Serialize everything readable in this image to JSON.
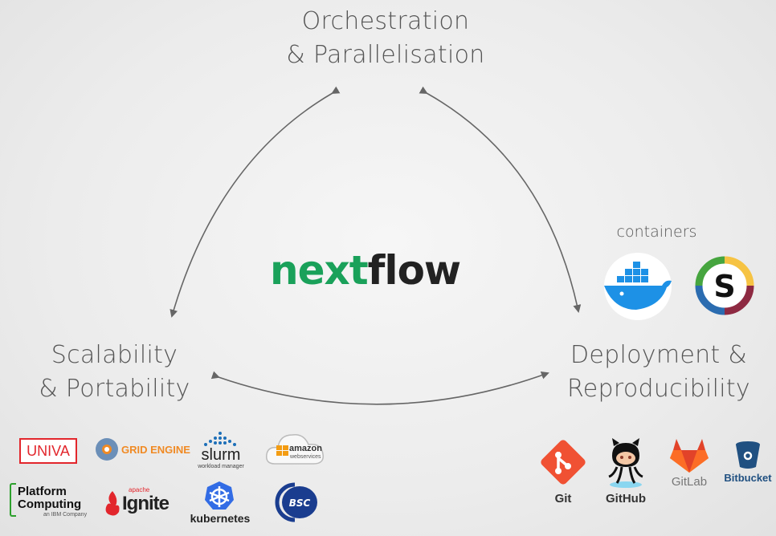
{
  "headings": {
    "top": [
      "Orchestration",
      "& Parallelisation"
    ],
    "left": [
      "Scalability",
      "& Portability"
    ],
    "right": [
      "Deployment &",
      "Reproducibility"
    ]
  },
  "containers_label": "containers",
  "logo": {
    "part1": "next",
    "part2": "flow",
    "green": "#1aa15a",
    "dark": "#222222"
  },
  "left_logos": {
    "univa": "UNIVA",
    "grid_engine": "GRID ENGINE",
    "slurm": "slurm",
    "slurm_sub": "workload manager",
    "amazon": "amazon",
    "amazon_sub": "webservices",
    "platform_1": "Platform",
    "platform_2": "Computing",
    "platform_sub": "an IBM Company",
    "ignite_small": "apache",
    "ignite": "Ignite",
    "kubernetes": "kubernetes",
    "bsc": "BSC"
  },
  "right_logos": {
    "git": "Git",
    "github": "GitHub",
    "gitlab": "GitLab",
    "bitbucket": "Bitbucket"
  },
  "colors": {
    "text": "#555555",
    "arrow": "#666666",
    "univa": "#e2262c",
    "gridengine": "#f08a24",
    "slurm": "#1d6fb8",
    "docker": "#1d91e6",
    "git": "#f05133",
    "gitlab": "#fc6d26",
    "bitbucket": "#205081"
  }
}
